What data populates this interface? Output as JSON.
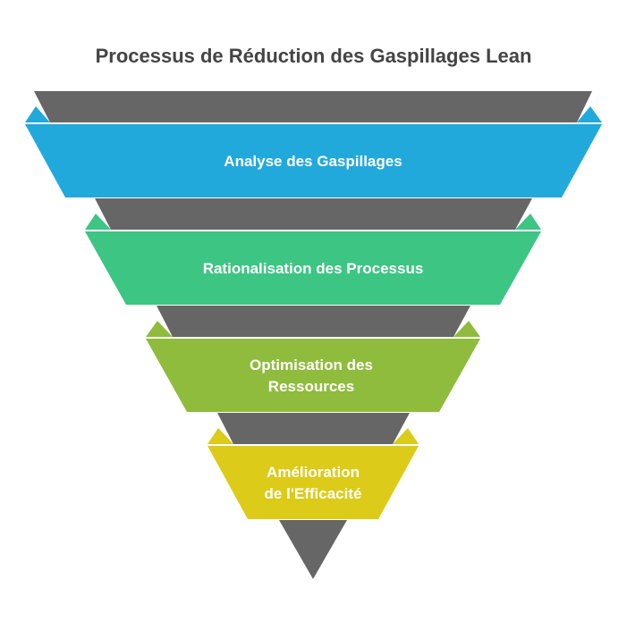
{
  "title": "Processus de Réduction des Gaspillages Lean",
  "colors": {
    "connector": "#666666",
    "stage1": "#22a9db",
    "stage2": "#3dc583",
    "stage3": "#8fbc3c",
    "stage4": "#dccb18",
    "text": "#ffffff",
    "title": "#444444"
  },
  "stages": [
    {
      "lines": [
        "Analyse des Gaspillages"
      ]
    },
    {
      "lines": [
        "Rationalisation des Processus"
      ]
    },
    {
      "lines": [
        "Optimisation des",
        "Ressources"
      ]
    },
    {
      "lines": [
        "Amélioration",
        "de l'Efficacité"
      ]
    }
  ]
}
